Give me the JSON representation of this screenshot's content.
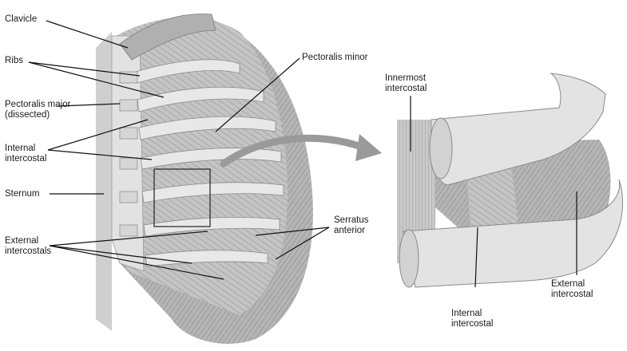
{
  "labels": {
    "clavicle": "Clavicle",
    "ribs": "Ribs",
    "pectoralis_major": [
      "Pectoralis major",
      "(dissected)"
    ],
    "internal_intercostal_left": [
      "Internal",
      "intercostal"
    ],
    "sternum": "Sternum",
    "external_intercostals": [
      "External",
      "intercostals"
    ],
    "pectoralis_minor": "Pectoralis minor",
    "serratus_anterior": [
      "Serratus",
      "anterior"
    ],
    "innermost_intercostal": [
      "Innermost",
      "intercostal"
    ],
    "internal_intercostal_right": [
      "Internal",
      "intercostal"
    ],
    "external_intercostal_right": [
      "External",
      "intercostal"
    ]
  },
  "colors": {
    "muscle_light": "#d9d9d9",
    "muscle_mid": "#b8b8b8",
    "muscle_dark": "#8f8f8f",
    "bone": "#e6e6e6",
    "line": "#111111"
  }
}
